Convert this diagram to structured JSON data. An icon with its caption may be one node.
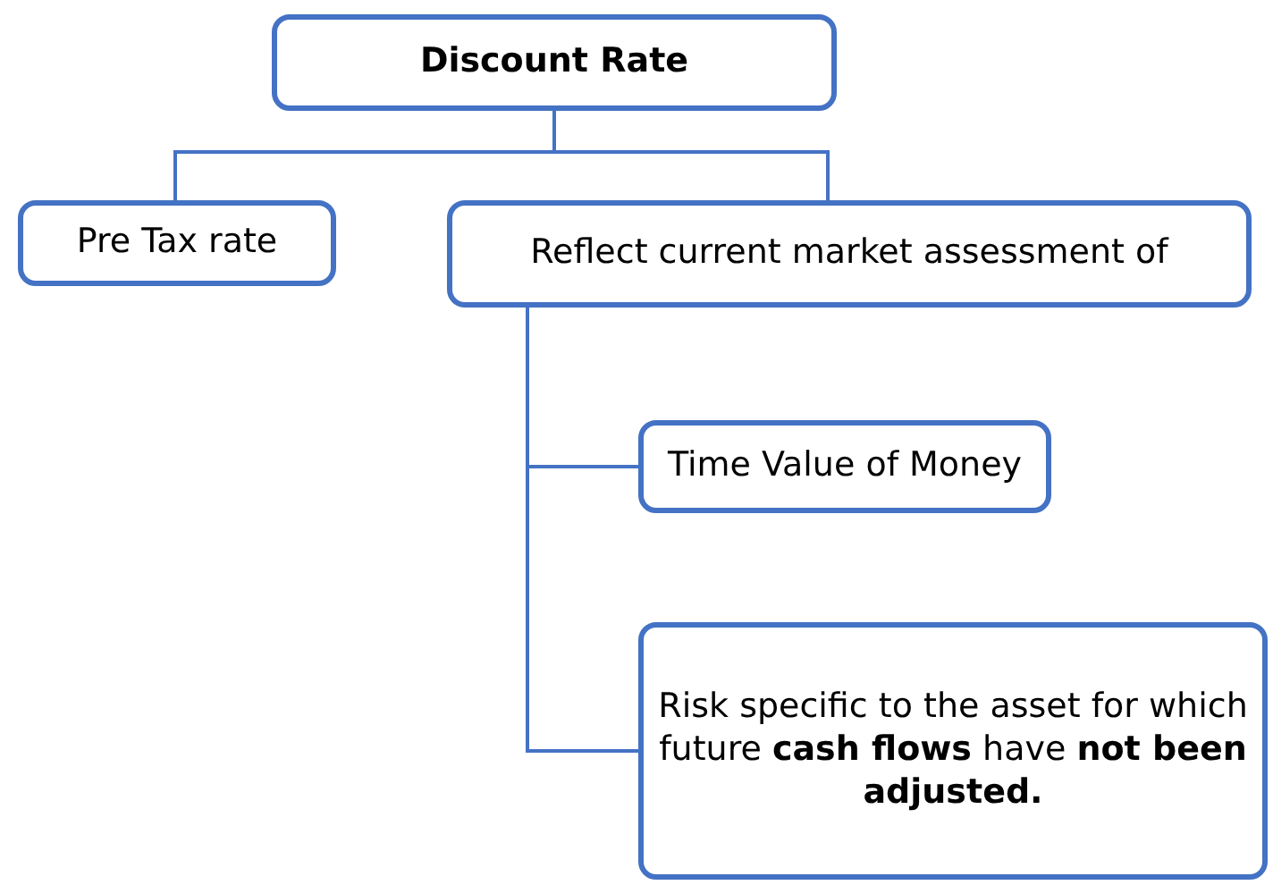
{
  "diagram": {
    "nodes": [
      {
        "text": [
          "Discount Rate"
        ]
      },
      {
        "text": [
          "Pre Tax rate"
        ]
      },
      {
        "text": [
          "Reflect current market assessment of"
        ]
      },
      {
        "text": [
          "Time Value of Money"
        ]
      },
      {
        "text": [
          "Risk specific to the asset for which future **cash flows** have **not been adjusted.**"
        ]
      }
    ],
    "edges": [
      {
        "from": 0,
        "to": 1,
        "arrow": "none"
      },
      {
        "from": 0,
        "to": 2,
        "arrow": "none"
      },
      {
        "from": 2,
        "to": 3,
        "arrow": "none"
      },
      {
        "from": 2,
        "to": 4,
        "arrow": "none"
      }
    ]
  }
}
